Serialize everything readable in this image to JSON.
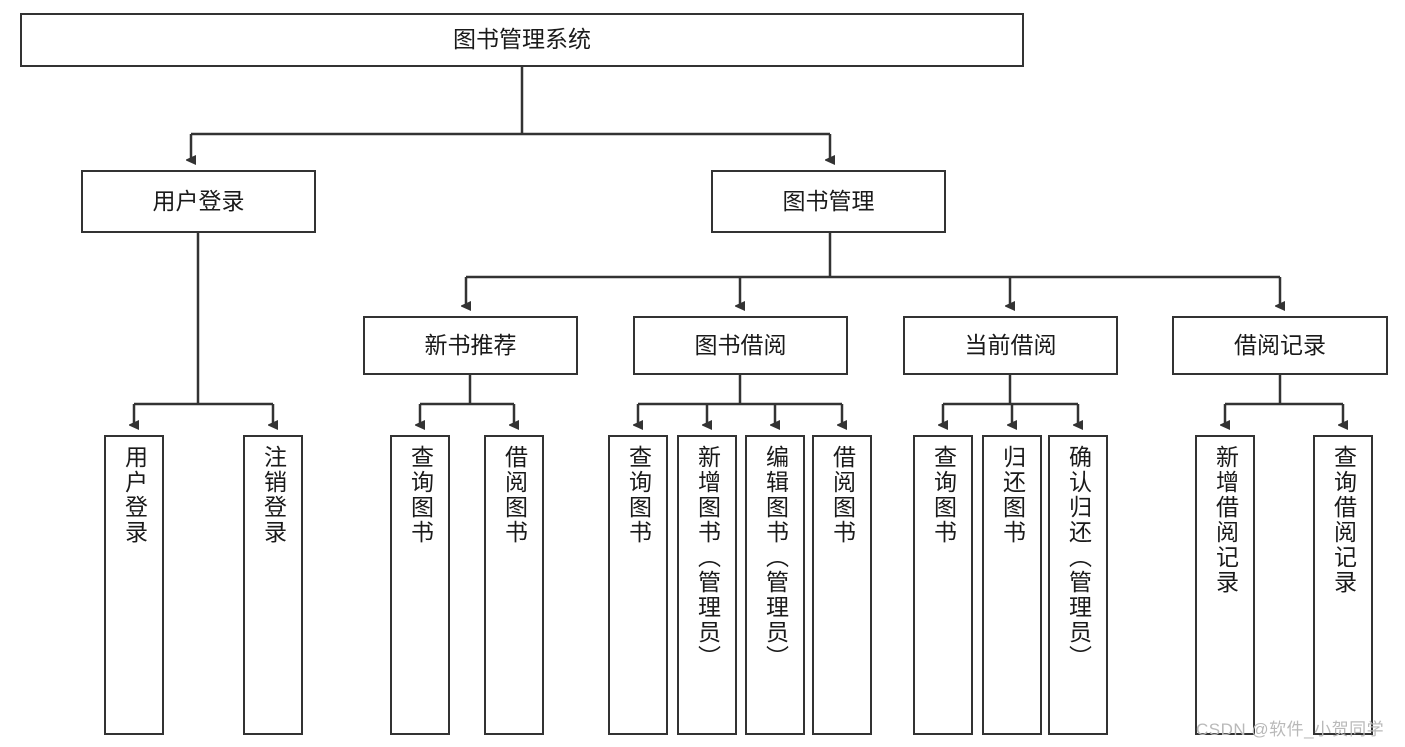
{
  "diagram": {
    "title": "图书管理系统",
    "type": "functional-structure-tree",
    "root": {
      "id": "root",
      "label": "图书管理系统"
    },
    "level2": [
      {
        "id": "user-login",
        "label": "用户登录"
      },
      {
        "id": "book-management",
        "label": "图书管理"
      }
    ],
    "level3": [
      {
        "id": "new-book-recommend",
        "label": "新书推荐",
        "parent": "book-management"
      },
      {
        "id": "book-borrow",
        "label": "图书借阅",
        "parent": "book-management"
      },
      {
        "id": "current-borrow",
        "label": "当前借阅",
        "parent": "book-management"
      },
      {
        "id": "borrow-record",
        "label": "借阅记录",
        "parent": "book-management"
      }
    ],
    "leaves": {
      "user-login": [
        {
          "id": "leaf-user-login",
          "label": "用户登录"
        },
        {
          "id": "leaf-user-logout",
          "label": "注销登录"
        }
      ],
      "new-book-recommend": [
        {
          "id": "leaf-query-book-1",
          "label": "查询图书"
        },
        {
          "id": "leaf-borrow-book-1",
          "label": "借阅图书"
        }
      ],
      "book-borrow": [
        {
          "id": "leaf-query-book-2",
          "label": "查询图书"
        },
        {
          "id": "leaf-add-book",
          "label": "新增图书（管理员）"
        },
        {
          "id": "leaf-edit-book",
          "label": "编辑图书（管理员）"
        },
        {
          "id": "leaf-borrow-book-2",
          "label": "借阅图书"
        }
      ],
      "current-borrow": [
        {
          "id": "leaf-query-book-3",
          "label": "查询图书"
        },
        {
          "id": "leaf-return-book",
          "label": "归还图书"
        },
        {
          "id": "leaf-confirm-return",
          "label": "确认归还（管理员）"
        }
      ],
      "borrow-record": [
        {
          "id": "leaf-add-record",
          "label": "新增借阅记录"
        },
        {
          "id": "leaf-query-record",
          "label": "查询借阅记录"
        }
      ]
    }
  },
  "watermark": {
    "text": "CSDN @软件_小贺同学"
  },
  "colors": {
    "box_border": "#333333",
    "box_fill": "#ffffff",
    "connector": "#333333",
    "text": "#1a1a1a",
    "watermark": "#b9b9b9"
  }
}
